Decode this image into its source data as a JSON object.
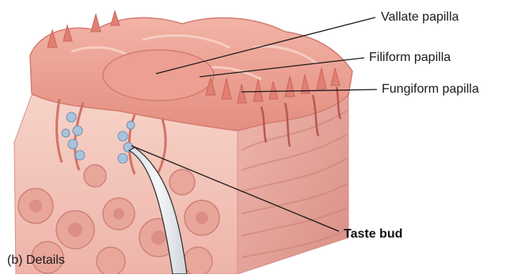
{
  "labels": {
    "vallate_papilla": "Vallate papilla",
    "filiform_papilla": "Filiform papilla",
    "fungiform_papilla": "Fungiform papilla",
    "taste_bud": "Taste bud"
  },
  "caption": "(b) Details",
  "colors": {
    "tissue_surface": "#e8998c",
    "tissue_light": "#f6c9bd",
    "tissue_side": "#e7a8a0",
    "papilla_dark": "#c8665c",
    "taste_bud_cells": "#a9c3dd",
    "leader_line": "#1a1a1a",
    "probe": "#e9ecef"
  }
}
